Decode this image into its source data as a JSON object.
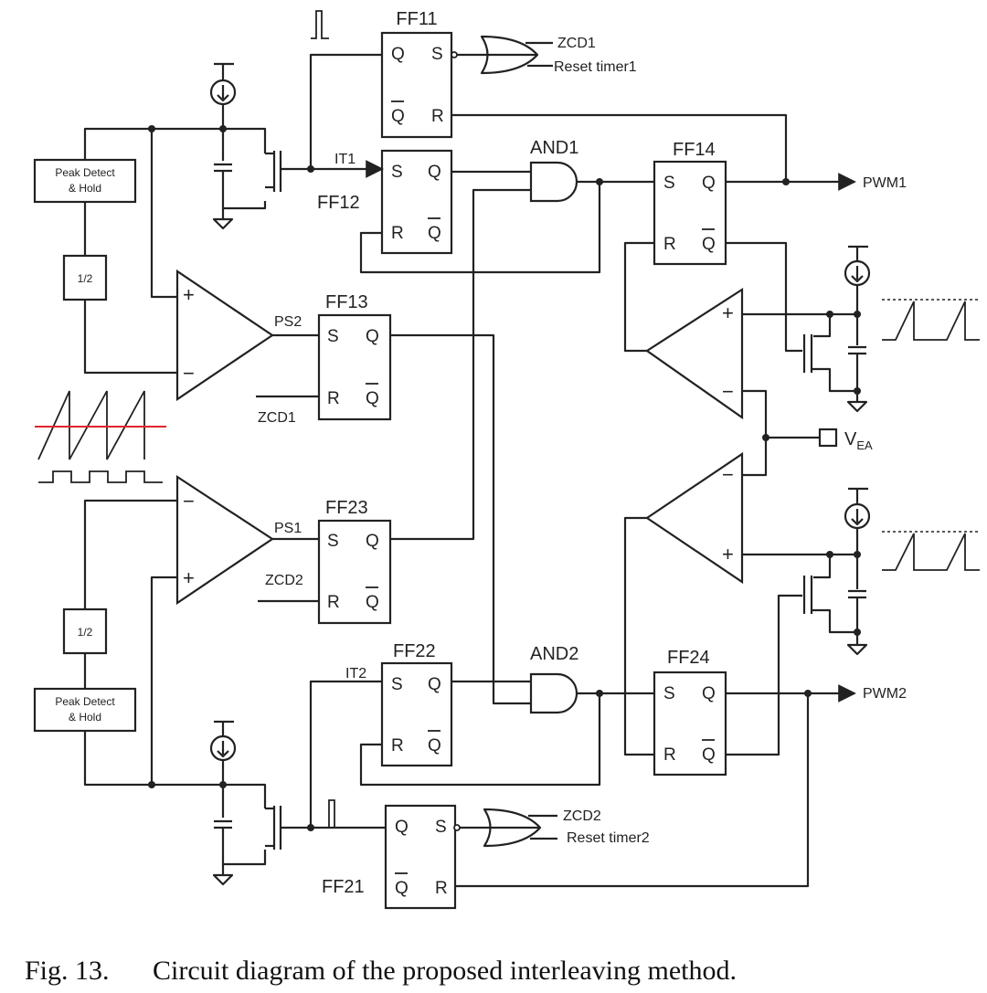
{
  "caption": {
    "number": "Fig. 13.",
    "text": "Circuit diagram of the proposed interleaving method."
  },
  "blocks": {
    "ff11": "FF11",
    "ff12": "FF12",
    "ff13": "FF13",
    "ff14": "FF14",
    "ff21": "FF21",
    "ff22": "FF22",
    "ff23": "FF23",
    "ff24": "FF24",
    "and1": "AND1",
    "and2": "AND2",
    "peak1_line1": "Peak Detect",
    "peak1_line2": "& Hold",
    "peak2_line1": "Peak Detect",
    "peak2_line2": "& Hold",
    "half1": "1/2",
    "half2": "1/2"
  },
  "pins": {
    "s": "S",
    "r": "R",
    "q": "Q",
    "qbar": "Q",
    "plus": "+",
    "minus": "−"
  },
  "signals": {
    "zcd1": "ZCD1",
    "reset_timer1": "Reset timer1",
    "zcd2": "ZCD2",
    "reset_timer2": "Reset timer2",
    "it1": "IT1",
    "it2": "IT2",
    "ps1": "PS1",
    "ps2": "PS2",
    "pwm1": "PWM1",
    "pwm2": "PWM2",
    "vea_main": "V",
    "vea_sub": "EA"
  },
  "colors": {
    "line": "#222222",
    "threshold": "#e0242b"
  }
}
